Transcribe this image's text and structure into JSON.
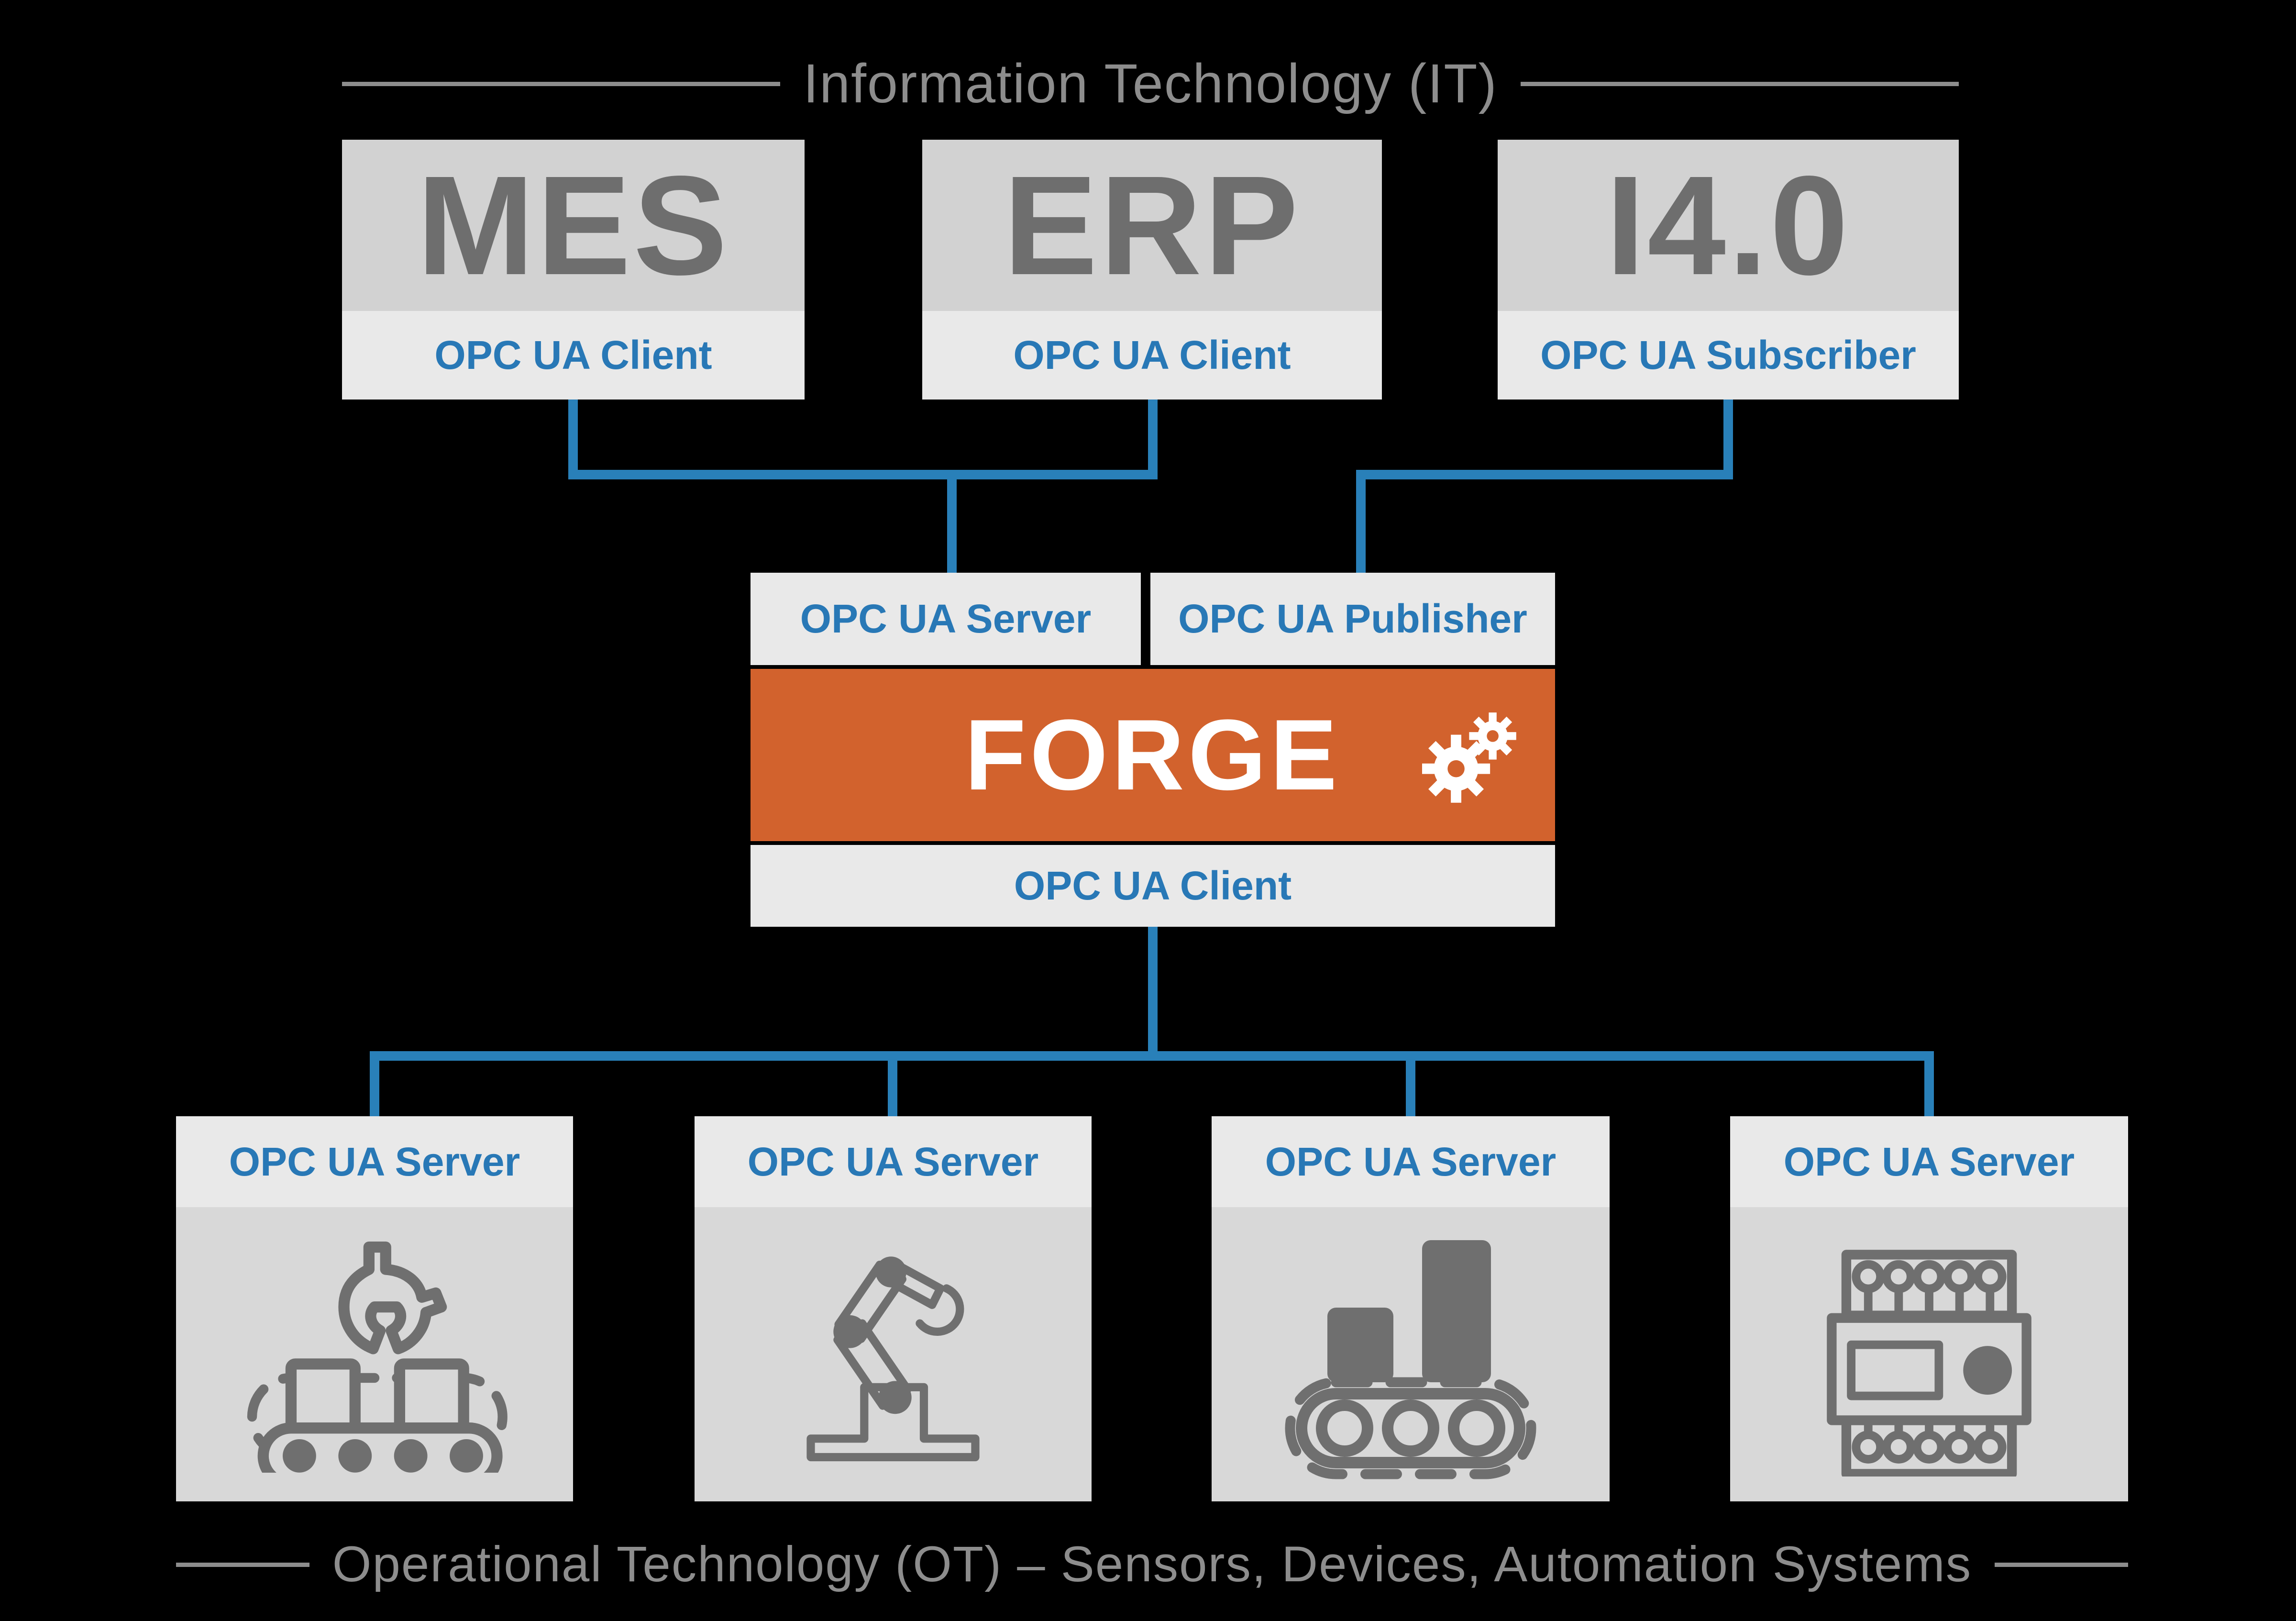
{
  "colors": {
    "background": "#000000",
    "orange": "#d2622d",
    "line_blue": "#2980b9",
    "text_blue": "#2878b6",
    "box_gray": "#d2d2d2",
    "strip_gray": "#e9e9e9",
    "body_gray": "#d8d8d8",
    "label_gray": "#8d8d8d",
    "icon_gray": "#6f6f6f",
    "name_gray": "#6e6e6e"
  },
  "it_zone": {
    "label": "Information Technology (IT)"
  },
  "top_systems": [
    {
      "name": "MES",
      "role": "OPC UA Client"
    },
    {
      "name": "ERP",
      "role": "OPC UA Client"
    },
    {
      "name": "I4.0",
      "role": "OPC UA Subscriber"
    }
  ],
  "forge": {
    "name": "FORGE",
    "top_roles": [
      "OPC UA Server",
      "OPC UA Publisher"
    ],
    "bottom_role": "OPC UA Client",
    "icon": "gears-icon"
  },
  "ot_servers": [
    {
      "label": "OPC UA Server",
      "icon": "conveyor-gripper-icon"
    },
    {
      "label": "OPC UA Server",
      "icon": "robot-arm-icon"
    },
    {
      "label": "OPC UA Server",
      "icon": "agv-bar-chart-icon"
    },
    {
      "label": "OPC UA Server",
      "icon": "plc-device-icon"
    }
  ],
  "ot_zone": {
    "label": "Operational Technology (OT) – Sensors, Devices, Automation Systems"
  }
}
